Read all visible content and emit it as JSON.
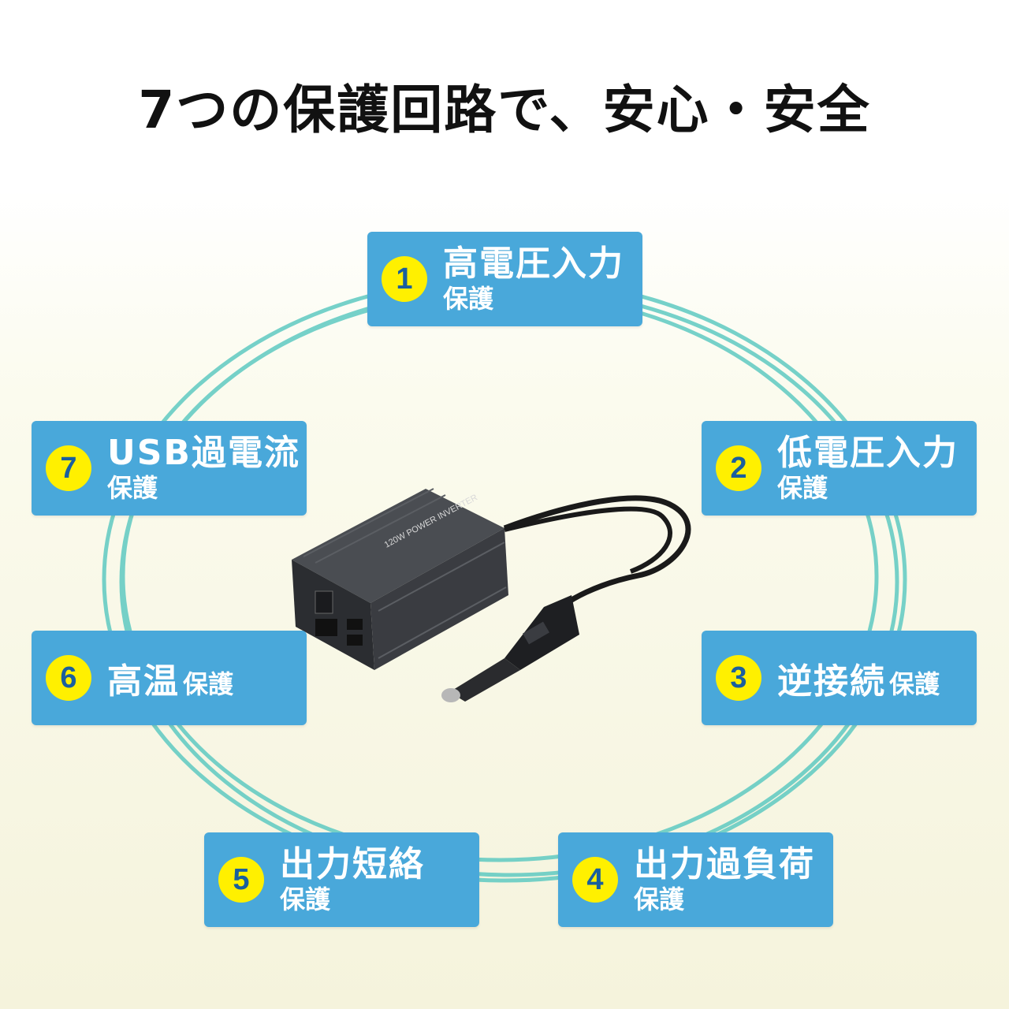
{
  "title": "7つの保護回路で、安心・安全",
  "colors": {
    "box": "#49a8da",
    "badge": "#fff000",
    "badge_text": "#1a5f9e",
    "ring": "#58c7c0"
  },
  "product_label": "120W POWER INVERTER",
  "items": [
    {
      "num": "1",
      "main": "高電圧入力",
      "sub": "保護"
    },
    {
      "num": "2",
      "main": "低電圧入力",
      "sub": "保護"
    },
    {
      "num": "3",
      "main": "逆接続",
      "sub": "保護"
    },
    {
      "num": "4",
      "main": "出力過負荷",
      "sub": "保護"
    },
    {
      "num": "5",
      "main": "出力短絡",
      "sub": "保護"
    },
    {
      "num": "6",
      "main": "高温",
      "sub": "保護"
    },
    {
      "num": "7",
      "main": "USB過電流",
      "sub": "保護"
    }
  ]
}
